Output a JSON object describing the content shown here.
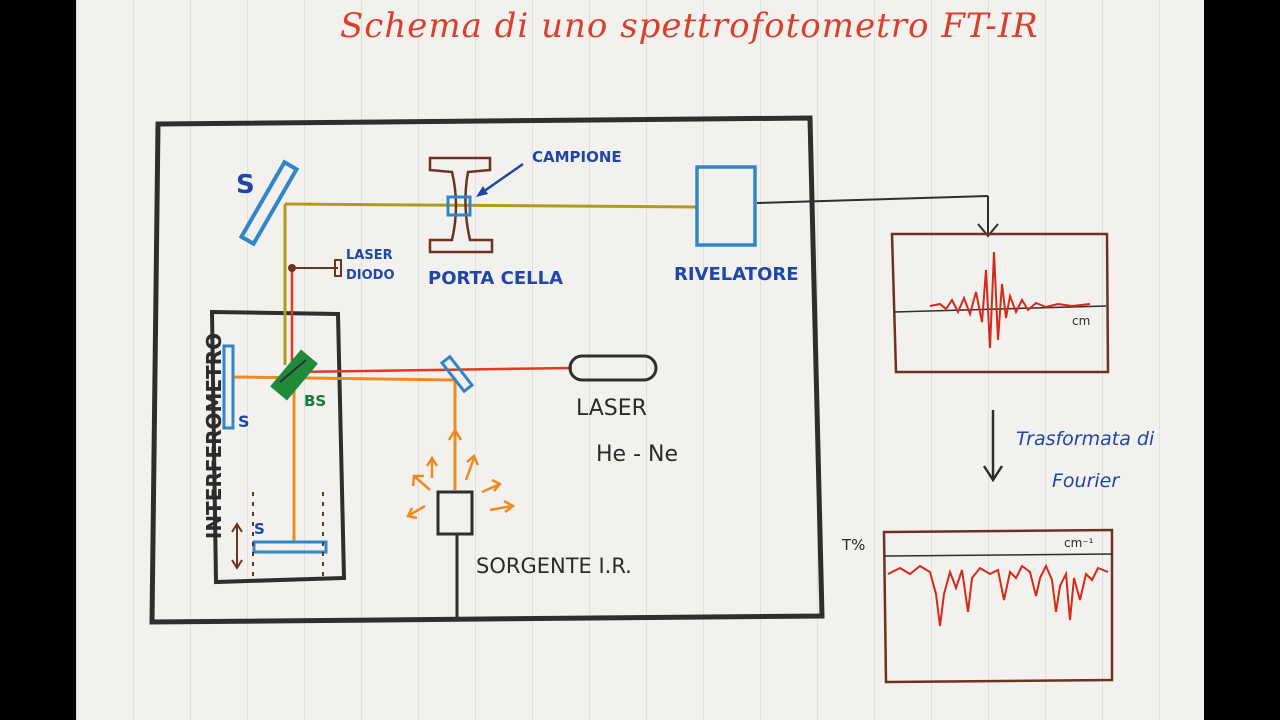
{
  "title": "Schema di uno spettrofotometro FT-IR",
  "labels": {
    "mirror_top": "S",
    "campione": "CAMPIONE",
    "porta_cella": "PORTA CELLA",
    "rivelatore": "RIVELATORE",
    "laser_diodo_1": "LASER",
    "laser_diodo_2": "DIODO",
    "interferometro": "INTERFEROMETRO",
    "mirror_fixed": "S",
    "beam_splitter": "BS",
    "mirror_moving": "S",
    "laser": "LASER",
    "he_ne": "He - Ne",
    "sorgente": "SORGENTE I.R.",
    "interferogram_unit": "cm",
    "trasformata_1": "Trasformata di",
    "trasformata_2": "Fourier",
    "spectrum_y": "T%",
    "spectrum_unit": "cm⁻¹"
  },
  "colors": {
    "title": "#d8402c",
    "frame": "#2e2e2e",
    "beam_ir": "#b09a1c",
    "beam_laser": "#e03a24",
    "beam_orange": "#ee8a22",
    "mirror": "#2f86c8",
    "splitter": "#1f8a3a",
    "label_blue": "#2046a8",
    "brown": "#6b3320",
    "signal": "#d42a1a"
  }
}
